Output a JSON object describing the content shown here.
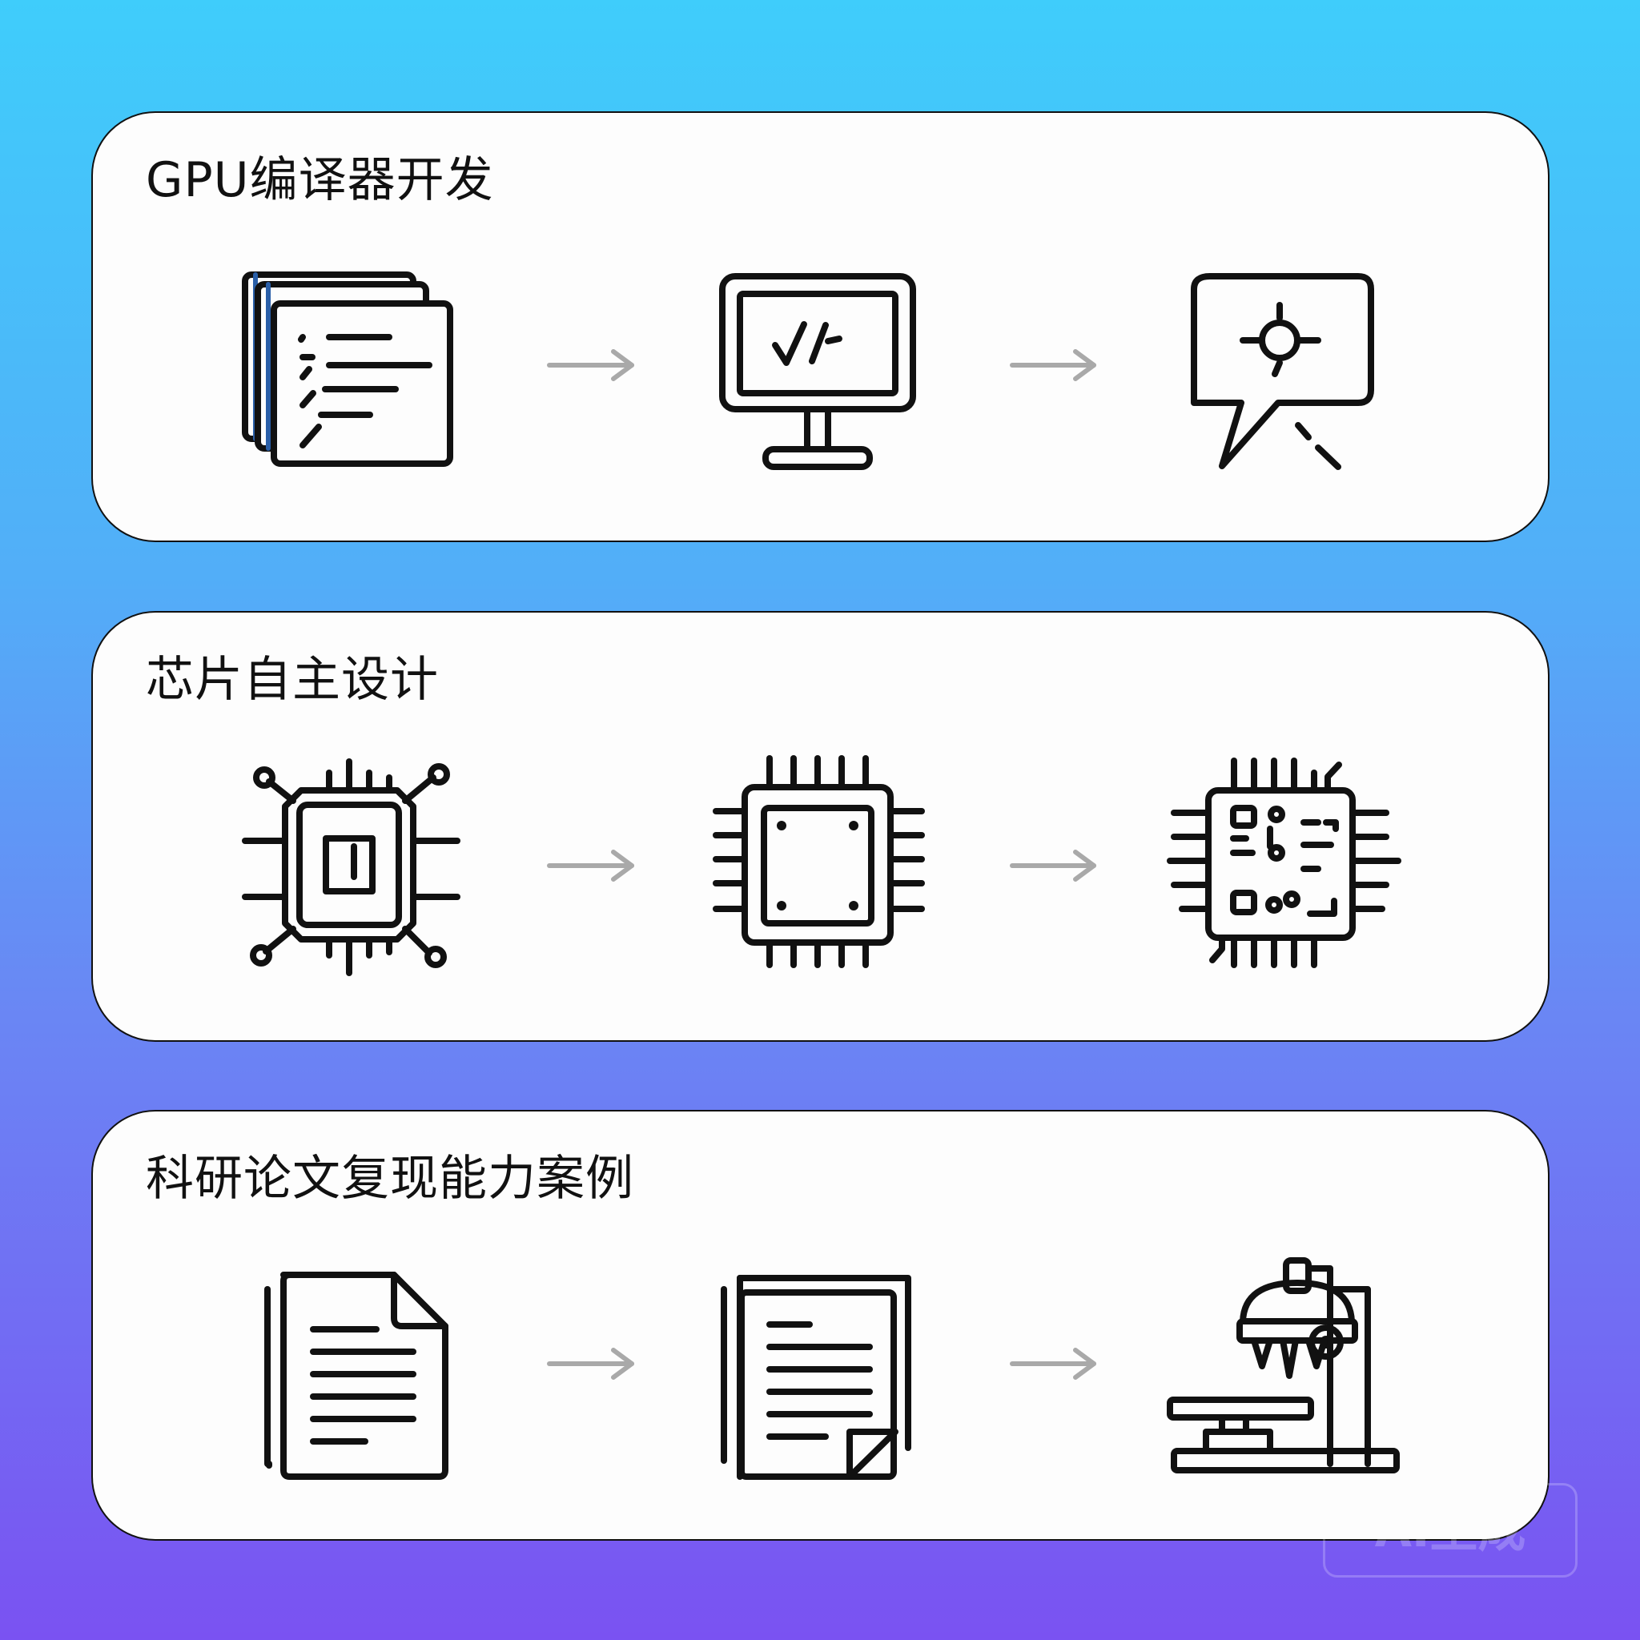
{
  "cards": [
    {
      "title": "GPU编译器开发",
      "steps": [
        {
          "icon": "code-document-stack-icon"
        },
        {
          "icon": "monitor-code-check-icon"
        },
        {
          "icon": "debug-target-speech-bubble-icon"
        }
      ]
    },
    {
      "title": "芯片自主设计",
      "steps": [
        {
          "icon": "chip-network-icon"
        },
        {
          "icon": "chip-package-icon"
        },
        {
          "icon": "chip-circuit-icon"
        }
      ]
    },
    {
      "title": "科研论文复现能力案例",
      "steps": [
        {
          "icon": "paper-document-icon"
        },
        {
          "icon": "paper-stack-icon"
        },
        {
          "icon": "microscope-icon"
        }
      ]
    }
  ],
  "arrow_icon": "right-arrow-icon",
  "watermark": "AI生成",
  "colors": {
    "gradient_top": "#3fcdfb",
    "gradient_bottom": "#7a52f2",
    "card_bg": "#fdfdfd",
    "stroke": "#111111",
    "arrow": "#a9a9a9",
    "accent_blue": "#2a5fa8"
  }
}
